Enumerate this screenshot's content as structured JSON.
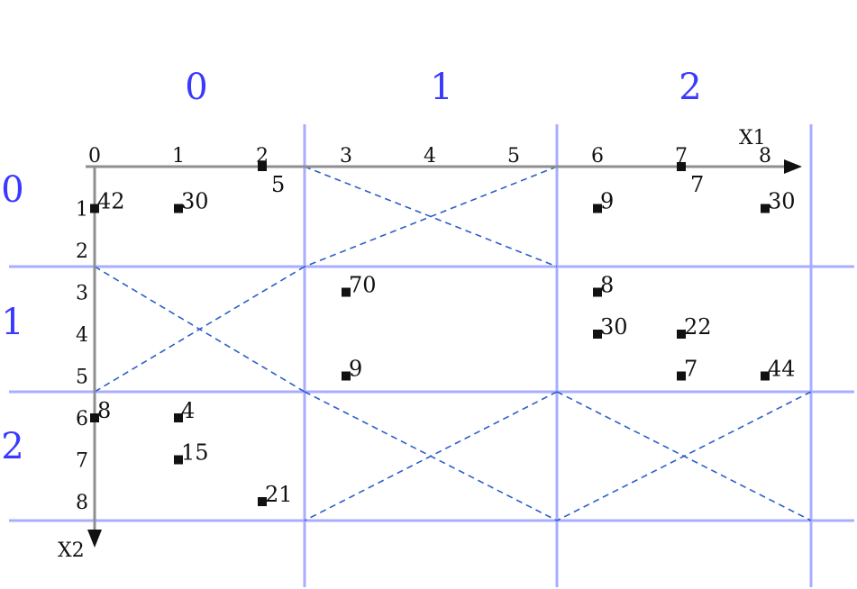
{
  "block_columns": [
    "0",
    "1",
    "2"
  ],
  "block_rows": [
    "0",
    "1",
    "2"
  ],
  "axis_x": {
    "title": "X1",
    "ticks": [
      "0",
      "1",
      "2",
      "3",
      "4",
      "5",
      "6",
      "7",
      "8"
    ]
  },
  "axis_y": {
    "title": "X2",
    "ticks": [
      "0",
      "1",
      "2",
      "3",
      "4",
      "5",
      "6",
      "7",
      "8"
    ]
  },
  "crossed_blocks": [
    {
      "col": 1,
      "row": 0
    },
    {
      "col": 0,
      "row": 1
    },
    {
      "col": 1,
      "row": 2
    },
    {
      "col": 2,
      "row": 2
    }
  ],
  "points": [
    {
      "x": 0,
      "y": 1,
      "value": "42"
    },
    {
      "x": 1,
      "y": 1,
      "value": "30"
    },
    {
      "x": 2,
      "y": 0,
      "value": "5"
    },
    {
      "x": 6,
      "y": 1,
      "value": "9"
    },
    {
      "x": 7,
      "y": 0,
      "value": "7"
    },
    {
      "x": 8,
      "y": 1,
      "value": "30"
    },
    {
      "x": 3,
      "y": 3,
      "value": "70"
    },
    {
      "x": 6,
      "y": 3,
      "value": "8"
    },
    {
      "x": 6,
      "y": 4,
      "value": "30"
    },
    {
      "x": 7,
      "y": 4,
      "value": "22"
    },
    {
      "x": 3,
      "y": 5,
      "value": "9"
    },
    {
      "x": 7,
      "y": 5,
      "value": "7"
    },
    {
      "x": 8,
      "y": 5,
      "value": "44"
    },
    {
      "x": 0,
      "y": 6,
      "value": "8"
    },
    {
      "x": 1,
      "y": 6,
      "value": "4"
    },
    {
      "x": 1,
      "y": 7,
      "value": "15"
    },
    {
      "x": 2,
      "y": 8,
      "value": "21"
    }
  ],
  "colors": {
    "block_label": "#3a3aff",
    "grid": "#a9adff",
    "cross": "#2b5fc7",
    "axis": "#8f8f8f",
    "marker": "#111111"
  }
}
